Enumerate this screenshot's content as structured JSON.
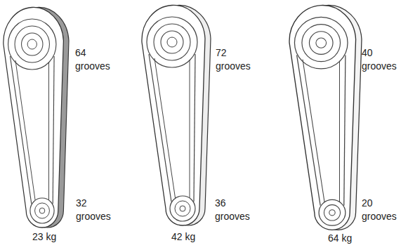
{
  "diagram": {
    "labels": [
      "64 grooves",
      "32 grooves",
      "23 kg",
      "72 grooves",
      "36 grooves",
      "42 kg",
      "40 grooves",
      "20 grooves",
      "64 kg"
    ]
  }
}
